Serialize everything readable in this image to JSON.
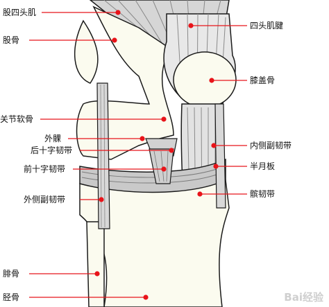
{
  "labels": {
    "quadriceps": "股四头肌",
    "femur": "股骨",
    "quad_tendon": "四头肌腱",
    "patella": "膝盖骨",
    "articular_cartilage": "关节软骨",
    "lateral_condyle": "外髁",
    "pcl": "后十字韧带",
    "mcl": "内侧副韧带",
    "acl": "前十字韧带",
    "meniscus": "半月板",
    "lcl": "外侧副韧带",
    "patellar_ligament": "髌韧带",
    "fibula": "腓骨",
    "tibia": "胫骨"
  },
  "watermark": "Bai经验",
  "colors": {
    "leader": "#e8141a",
    "bone": "#fbfbef",
    "outline": "#1a1a1a",
    "muscle": "#d8d8d8",
    "ligament": "#c8c8c8"
  }
}
